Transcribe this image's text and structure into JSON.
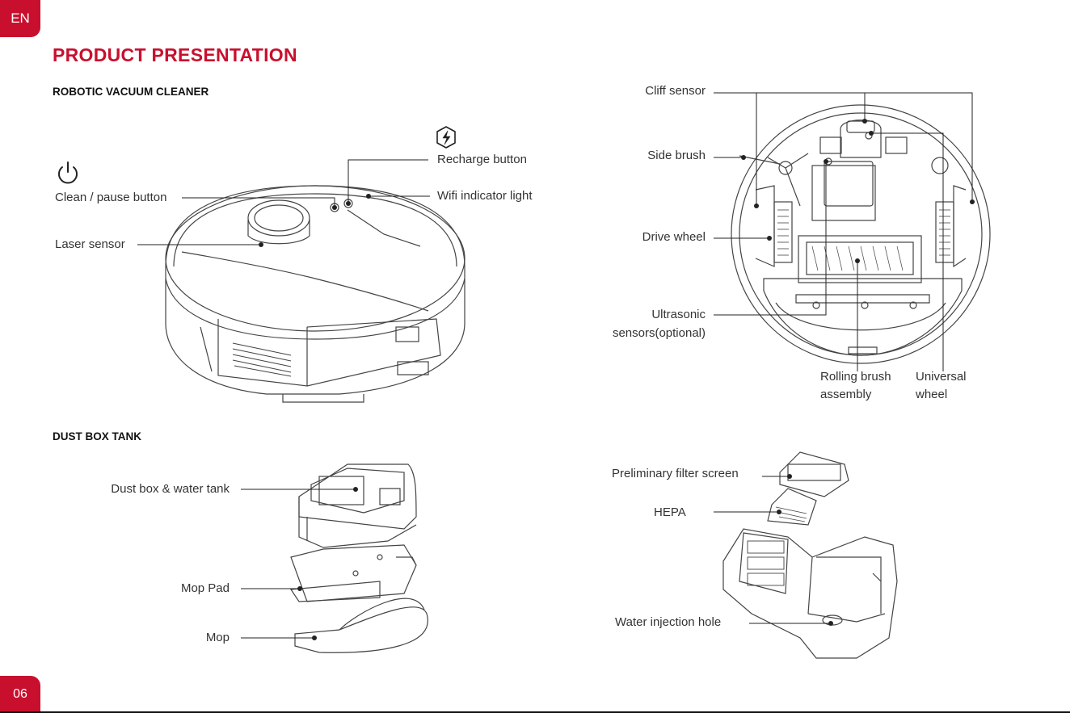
{
  "page": {
    "lang_tab": "EN",
    "page_number": "06",
    "title": "PRODUCT PRESENTATION"
  },
  "robot_section": {
    "heading": "ROBOTIC VACUUM CLEANER",
    "top_labels": {
      "recharge": "Recharge button",
      "clean_pause": "Clean / pause button",
      "wifi": "Wifi indicator light",
      "laser": "Laser sensor"
    },
    "bottom_labels": {
      "cliff": "Cliff sensor",
      "side_brush": "Side brush",
      "drive_wheel": "Drive wheel",
      "ultrasonic_line1": "Ultrasonic",
      "ultrasonic_line2": "sensors(optional)",
      "rolling_line1": "Rolling brush",
      "rolling_line2": "assembly",
      "universal_line1": "Universal",
      "universal_line2": "wheel"
    }
  },
  "dustbox_section": {
    "heading": "DUST BOX TANK",
    "left_labels": {
      "dust_box": "Dust box & water tank",
      "mop_pad": "Mop Pad",
      "mop": "Mop"
    },
    "right_labels": {
      "filter": "Preliminary filter screen",
      "hepa": "HEPA",
      "water_hole": "Water injection hole"
    }
  },
  "colors": {
    "accent": "#c8102e",
    "line": "#333333"
  },
  "icons": [
    "power-icon",
    "recharge-icon"
  ]
}
